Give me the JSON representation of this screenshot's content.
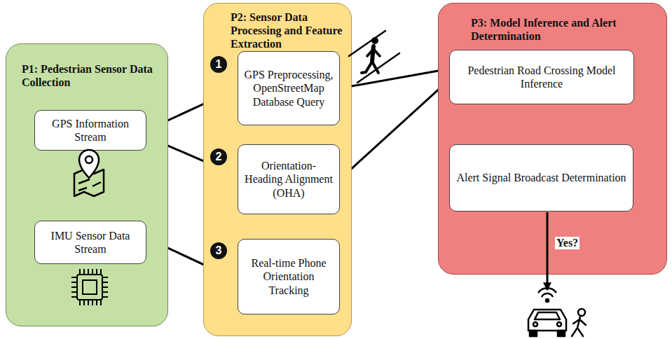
{
  "diagram": {
    "nodes": [
      {
        "text": [
          "P1: Pedestrian Sensor Data Collection"
        ]
      },
      {
        "text": [
          "GPS Information Stream"
        ],
        "in": 0
      },
      {
        "text": [
          "IMU Sensor Data Stream"
        ],
        "in": 0
      },
      {
        "text": [
          "P2: Sensor Data Processing and Feature Extraction"
        ]
      },
      {
        "text": [
          "GPS Preprocessing, OpenStreetMap Database Query"
        ],
        "in": 3
      },
      {
        "text": [
          "Orientation-Heading Alignment (OHA)"
        ],
        "in": 3
      },
      {
        "text": [
          "Real-time Phone Orientation Tracking"
        ],
        "in": 3
      },
      {
        "text": [
          "P3: Model Inference and Alert Determination"
        ]
      },
      {
        "text": [
          "Pedestrian Road Crossing Model Inference"
        ],
        "in": 7
      },
      {
        "text": [
          "Alert Signal Broadcast Determination"
        ],
        "in": 7
      }
    ],
    "edges": [
      {
        "from": 1,
        "to": 4,
        "arrow": "to"
      },
      {
        "from": 1,
        "to": 5,
        "arrow": "to"
      },
      {
        "from": 2,
        "to": 6,
        "arrow": "to"
      },
      {
        "from": 6,
        "to": 5,
        "arrow": "to"
      },
      {
        "from": 4,
        "to": 8,
        "arrow": "to"
      },
      {
        "from": 5,
        "to": 8,
        "arrow": "to"
      },
      {
        "from": 8,
        "to": 9,
        "arrow": "to"
      }
    ],
    "labels": [
      "1",
      "2",
      "3",
      "Yes?"
    ]
  }
}
